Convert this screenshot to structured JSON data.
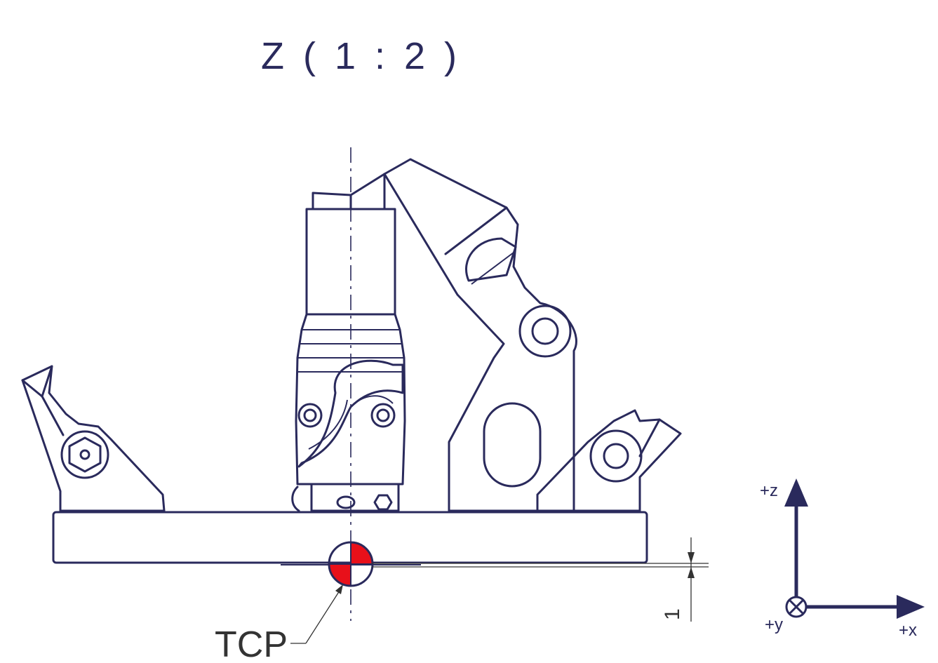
{
  "title": "Z ( 1 : 2 )",
  "tcp_label": "TCP",
  "dimension_value": "1",
  "axes": {
    "z_label": "+z",
    "x_label": "+x",
    "y_label": "+y"
  },
  "colors": {
    "ink": "#2a2a5c",
    "tcp_red": "#e8101a",
    "dimension": "#333333"
  }
}
